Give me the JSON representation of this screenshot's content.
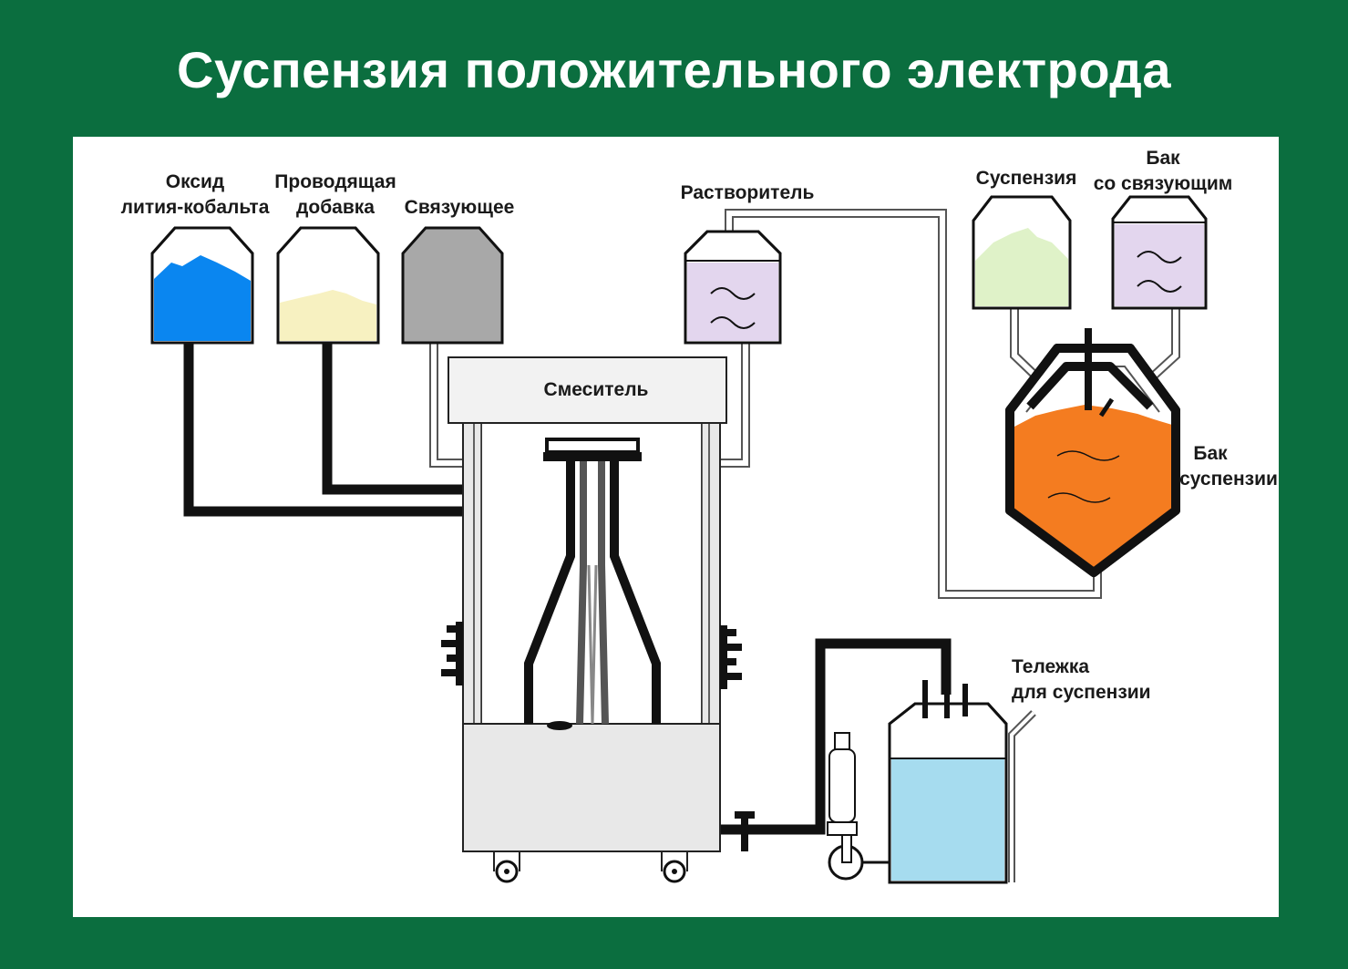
{
  "title": "Суспензия положительного электрода",
  "labels": {
    "lco_1": "Оксид",
    "lco_2": "лития-кобальта",
    "cond_1": "Проводящая",
    "cond_2": "добавка",
    "binder": "Связующее",
    "solvent": "Растворитель",
    "slurry": "Суспензия",
    "binder_tank_1": "Бак",
    "binder_tank_2": "со связующим",
    "mixer": "Смеситель",
    "slurry_tank_1": "Бак",
    "slurry_tank_2": "суспензии",
    "cart_1": "Тележка",
    "cart_2": "для суспензии"
  },
  "colors": {
    "background": "#0b6e3f",
    "lco_fill": "#0a86f0",
    "conductive_fill": "#f7f1c1",
    "binder_fill": "#a8a8a8",
    "solvent_fill": "#e3d6ee",
    "slurry_fill": "#dff2c8",
    "slurry_tank_fill": "#f47c20",
    "cart_fill": "#a6dcef",
    "mixer_body": "#e8e8e8"
  }
}
